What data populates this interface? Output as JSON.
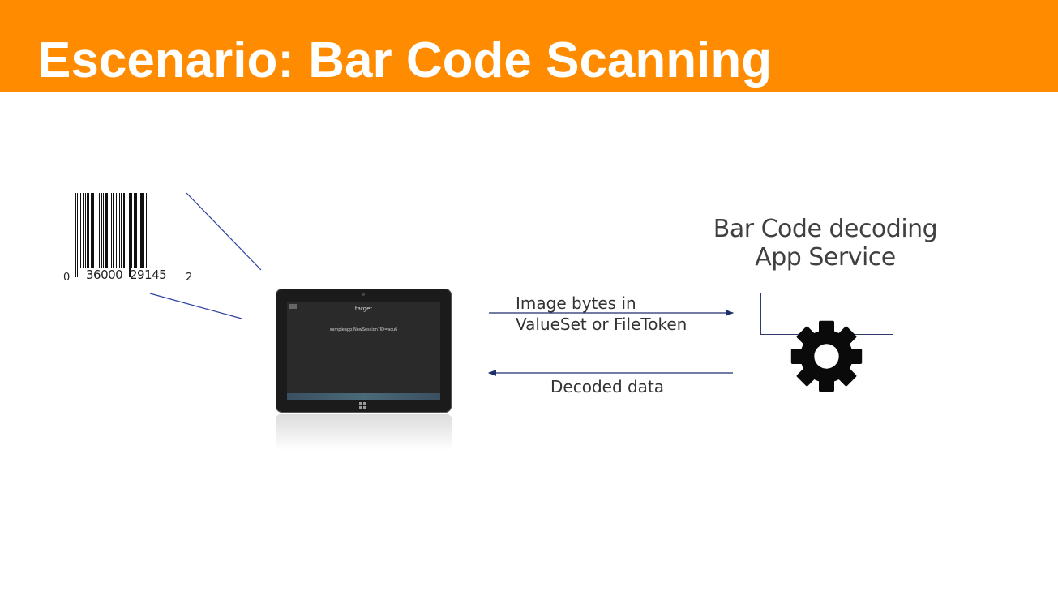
{
  "slide": {
    "title": "Escenario: Bar Code Scanning",
    "header_color": "#ff8c00",
    "title_color": "#ffffff"
  },
  "barcode": {
    "first_digit": "0",
    "left_group": "36000",
    "right_group": "29145",
    "check_digit": "2"
  },
  "tablet": {
    "screen_title": "target",
    "screen_url": "sampleapp:NewSession?ID=acu6"
  },
  "service": {
    "title_line1": "Bar Code decoding",
    "title_line2": "App Service",
    "icon": "gear-icon"
  },
  "arrows": {
    "request_line1": "Image bytes in",
    "request_line2": "ValueSet or FileToken",
    "response": "Decoded data",
    "color": "#1f2f6e"
  }
}
